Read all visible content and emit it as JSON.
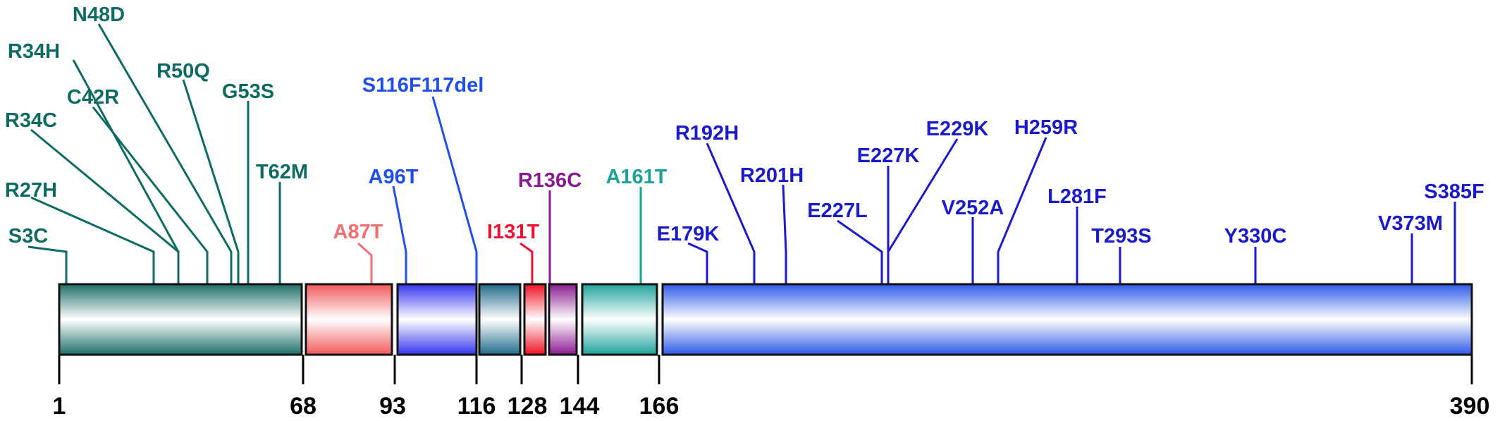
{
  "diagram": {
    "domains": [
      {
        "start": 1,
        "end": 68,
        "color": "#1f6e68"
      },
      {
        "start": 68,
        "end": 93,
        "color": "#f25a5a"
      },
      {
        "start": 93,
        "end": 116,
        "color": "#3434ee"
      },
      {
        "start": 116,
        "end": 128,
        "color": "#226b8a"
      },
      {
        "start": 128,
        "end": 134,
        "color": "#ee1122"
      },
      {
        "start": 134,
        "end": 144,
        "color": "#8c1a92"
      },
      {
        "start": 144,
        "end": 166,
        "color": "#1ea39a"
      },
      {
        "start": 166,
        "end": 390,
        "color": "#2e5ae8"
      }
    ],
    "ticks": [
      {
        "pos": 1,
        "label": "1"
      },
      {
        "pos": 68,
        "label": "68"
      },
      {
        "pos": 93,
        "label": "93"
      },
      {
        "pos": 116,
        "label": "116"
      },
      {
        "pos": 128,
        "label": "128"
      },
      {
        "pos": 144,
        "label": "144"
      },
      {
        "pos": 166,
        "label": "166"
      },
      {
        "pos": 390,
        "label": "390"
      }
    ],
    "mutations": [
      {
        "label": "S3C",
        "pos": 3,
        "color": "#0e6b62"
      },
      {
        "label": "R27H",
        "pos": 27,
        "color": "#0e6b62"
      },
      {
        "label": "R34C",
        "pos": 34,
        "color": "#0e6b62"
      },
      {
        "label": "R34H",
        "pos": 34,
        "color": "#0e6b62"
      },
      {
        "label": "C42R",
        "pos": 42,
        "color": "#0e6b62"
      },
      {
        "label": "N48D",
        "pos": 48,
        "color": "#0e6b62"
      },
      {
        "label": "R50Q",
        "pos": 50,
        "color": "#0e6b62"
      },
      {
        "label": "G53S",
        "pos": 53,
        "color": "#0e6b62"
      },
      {
        "label": "T62M",
        "pos": 62,
        "color": "#0e6b62"
      },
      {
        "label": "A87T",
        "pos": 87,
        "color": "#f07070"
      },
      {
        "label": "A96T",
        "pos": 96,
        "color": "#1f4ee8"
      },
      {
        "label": "S116F117del",
        "pos": 116,
        "color": "#1f4ee8"
      },
      {
        "label": "I131T",
        "pos": 131,
        "color": "#ee1133"
      },
      {
        "label": "R136C",
        "pos": 136,
        "color": "#8a1a90"
      },
      {
        "label": "A161T",
        "pos": 161,
        "color": "#1aa396"
      },
      {
        "label": "E179K",
        "pos": 179,
        "color": "#1a1ac8"
      },
      {
        "label": "R192H",
        "pos": 192,
        "color": "#1a1ac8"
      },
      {
        "label": "R201H",
        "pos": 201,
        "color": "#1a1ac8"
      },
      {
        "label": "E227L",
        "pos": 227,
        "color": "#1a1ac8"
      },
      {
        "label": "E227K",
        "pos": 227,
        "color": "#1a1ac8"
      },
      {
        "label": "E229K",
        "pos": 229,
        "color": "#1a1ac8"
      },
      {
        "label": "V252A",
        "pos": 252,
        "color": "#1a1ac8"
      },
      {
        "label": "H259R",
        "pos": 259,
        "color": "#1a1ac8"
      },
      {
        "label": "L281F",
        "pos": 281,
        "color": "#1a1ac8"
      },
      {
        "label": "T293S",
        "pos": 293,
        "color": "#1a1ac8"
      },
      {
        "label": "Y330C",
        "pos": 330,
        "color": "#1a1ac8"
      },
      {
        "label": "V373M",
        "pos": 373,
        "color": "#1a1ac8"
      },
      {
        "label": "S385F",
        "pos": 385,
        "color": "#1a1ac8"
      }
    ]
  }
}
